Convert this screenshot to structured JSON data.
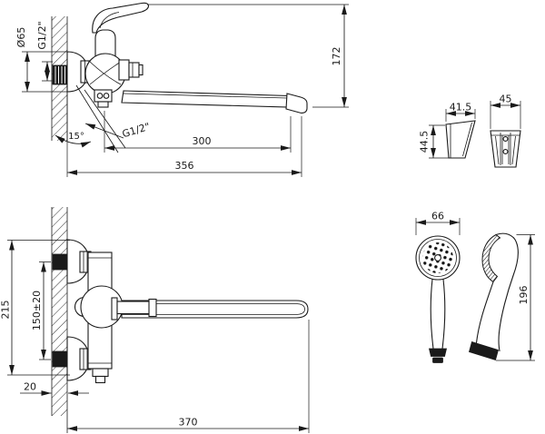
{
  "colors": {
    "line": "#1a1a1a",
    "background": "#ffffff"
  },
  "dims": {
    "flange_dia": "Ø65",
    "inlet_thread": "G1/2\"",
    "height_172": "172",
    "angle_15": "15°",
    "outlet_thread": "G1/2\"",
    "reach_300": "300",
    "reach_356": "356",
    "bracket_width_415": "41.5",
    "bracket_height_445": "44.5",
    "bracket_width_45": "45",
    "height_215": "215",
    "centers_150": "150±20",
    "wall_20": "20",
    "length_370": "370",
    "head_dia_66": "66",
    "shower_len_196": "196"
  }
}
